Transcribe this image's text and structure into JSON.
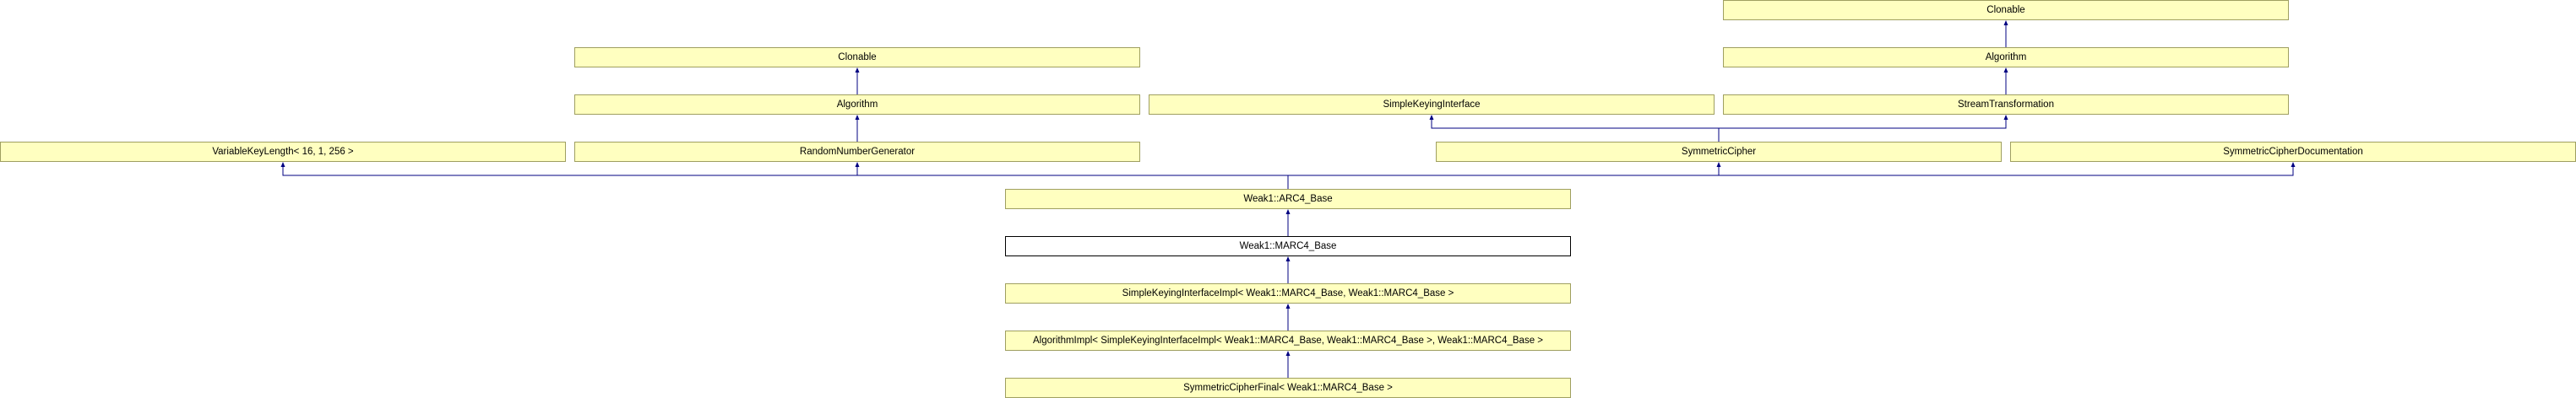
{
  "diagram": {
    "type": "inheritance-graph",
    "colors": {
      "node_fill": "#ffffc0",
      "node_border": "#9f9f60",
      "current_fill": "#ffffff",
      "current_border": "#000000",
      "edge": "#000080"
    },
    "nodes": {
      "clonable_right": "Clonable",
      "algorithm_right": "Algorithm",
      "clonable_left": "Clonable",
      "algorithm_left": "Algorithm",
      "simple_keying_interface": "SimpleKeyingInterface",
      "stream_transformation": "StreamTransformation",
      "variable_key_length": "VariableKeyLength< 16, 1, 256 >",
      "random_number_generator": "RandomNumberGenerator",
      "symmetric_cipher": "SymmetricCipher",
      "symmetric_cipher_documentation": "SymmetricCipherDocumentation",
      "arc4_base": "Weak1::ARC4_Base",
      "marc4_base": "Weak1::MARC4_Base",
      "simple_keying_interface_impl": "SimpleKeyingInterfaceImpl< Weak1::MARC4_Base, Weak1::MARC4_Base >",
      "algorithm_impl": "AlgorithmImpl< SimpleKeyingInterfaceImpl< Weak1::MARC4_Base, Weak1::MARC4_Base >, Weak1::MARC4_Base >",
      "symmetric_cipher_final": "SymmetricCipherFinal< Weak1::MARC4_Base >"
    },
    "current_node": "marc4_base",
    "edges": [
      {
        "from": "algorithm_right",
        "to": "clonable_right"
      },
      {
        "from": "stream_transformation",
        "to": "algorithm_right"
      },
      {
        "from": "algorithm_left",
        "to": "clonable_left"
      },
      {
        "from": "random_number_generator",
        "to": "algorithm_left"
      },
      {
        "from": "symmetric_cipher",
        "to": "simple_keying_interface"
      },
      {
        "from": "symmetric_cipher",
        "to": "stream_transformation"
      },
      {
        "from": "arc4_base",
        "to": "variable_key_length"
      },
      {
        "from": "arc4_base",
        "to": "random_number_generator"
      },
      {
        "from": "arc4_base",
        "to": "symmetric_cipher"
      },
      {
        "from": "arc4_base",
        "to": "symmetric_cipher_documentation"
      },
      {
        "from": "marc4_base",
        "to": "arc4_base"
      },
      {
        "from": "simple_keying_interface_impl",
        "to": "marc4_base"
      },
      {
        "from": "algorithm_impl",
        "to": "simple_keying_interface_impl"
      },
      {
        "from": "symmetric_cipher_final",
        "to": "algorithm_impl"
      }
    ]
  }
}
